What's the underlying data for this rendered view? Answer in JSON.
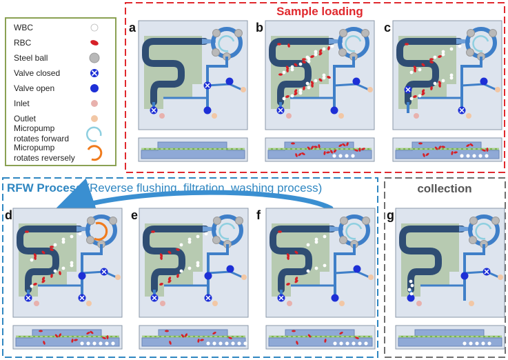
{
  "legend": {
    "items": [
      {
        "label": "WBC",
        "icon": "wbc-white-dot-icon"
      },
      {
        "label": "RBC",
        "icon": "rbc-red-ellipse-icon"
      },
      {
        "label": "Steel ball",
        "icon": "steel-ball-icon"
      },
      {
        "label": "Valve closed",
        "icon": "valve-closed-icon"
      },
      {
        "label": "Valve open",
        "icon": "valve-open-icon"
      },
      {
        "label": "Inlet",
        "icon": "inlet-dot-icon"
      },
      {
        "label": "Outlet",
        "icon": "outlet-dot-icon"
      },
      {
        "label": "Micropump",
        "label2": "rotates forward",
        "icon": "pump-forward-arc-icon"
      },
      {
        "label": "Micropump",
        "label2": "rotates reversely",
        "icon": "pump-reverse-arc-icon"
      }
    ]
  },
  "sections": {
    "sample_loading": "Sample loading",
    "rfw_bold": "RFW Process",
    "rfw_rest": " (Reverse flushing, filtration, washing process)",
    "collection": "collection"
  },
  "panels": {
    "a": "a",
    "b": "b",
    "c": "c",
    "d": "d",
    "e": "e",
    "f": "f",
    "g": "g"
  },
  "colors": {
    "section_red": "#e0282d",
    "section_blue": "#2e86c1",
    "section_gray": "#6e6e6e",
    "legend_border": "#8aa152",
    "chip_bg": "#dde4ee",
    "channel_dark": "#2f4d73",
    "channel_light": "#3f7fc8",
    "rbc": "#d62027",
    "valve": "#1d2fd6",
    "inlet": "#e8b1ad",
    "outlet": "#f2c7a5",
    "pump_forward": "#8ecfe0",
    "pump_reverse": "#f07b1d",
    "filter_green": "#7ab648"
  }
}
